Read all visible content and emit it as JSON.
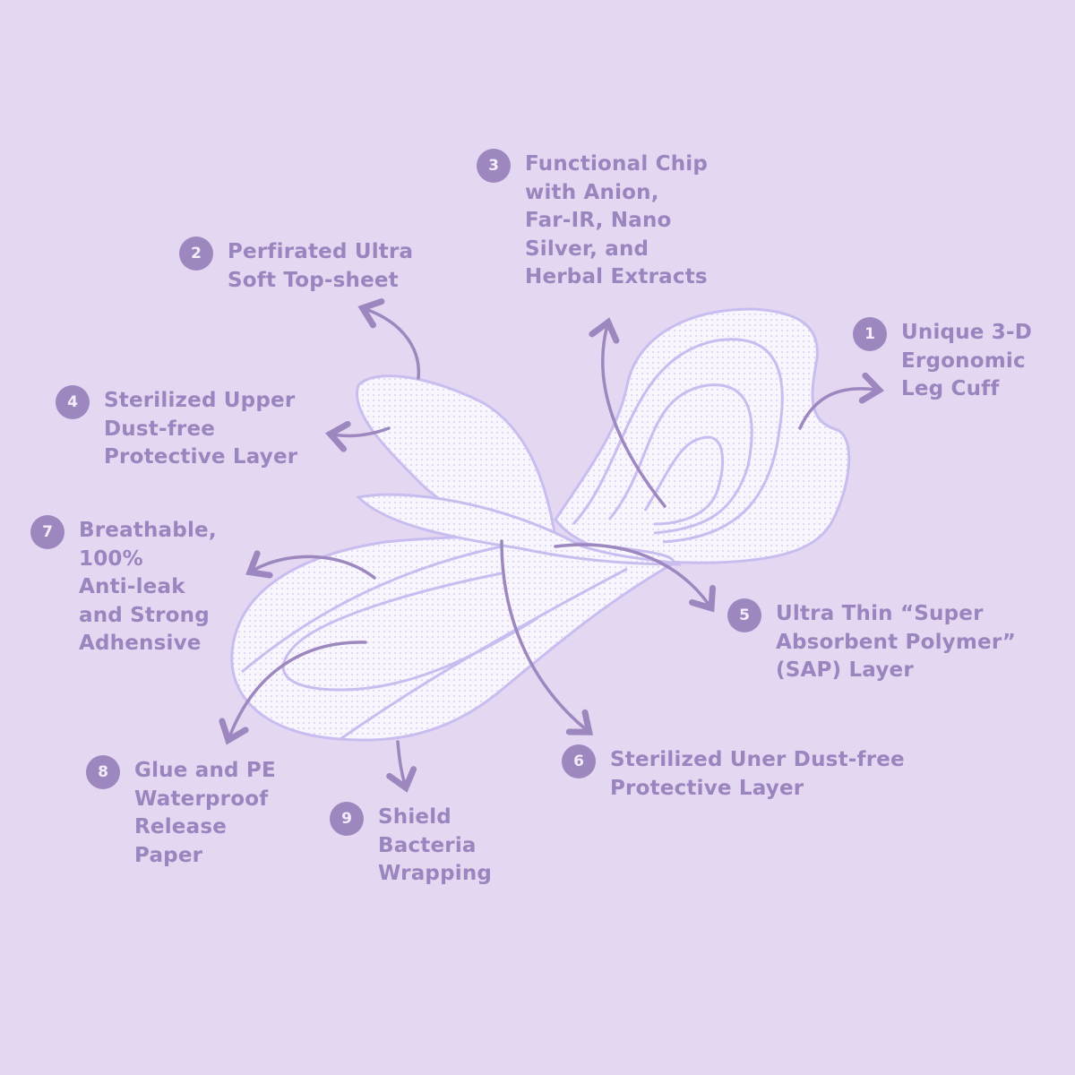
{
  "colors": {
    "background": "#e4d7f1",
    "accent": "#9c87bf",
    "text": "#9a85be",
    "pad": "#f7f4fd",
    "pad_outline": "#c9bdf0"
  },
  "callouts": [
    {
      "number": "1",
      "label": "Unique 3-D\nErgonomic\nLeg Cuff"
    },
    {
      "number": "2",
      "label": "Perfirated Ultra\nSoft Top-sheet"
    },
    {
      "number": "3",
      "label": "Functional Chip\nwith Anion,\nFar-IR, Nano\nSilver, and\nHerbal Extracts"
    },
    {
      "number": "4",
      "label": "Sterilized Upper\nDust-free\nProtective Layer"
    },
    {
      "number": "5",
      "label": "Ultra Thin “Super\nAbsorbent Polymer”\n(SAP) Layer"
    },
    {
      "number": "6",
      "label": "Sterilized Uner Dust-free\nProtective Layer"
    },
    {
      "number": "7",
      "label": "Breathable,\n100%\nAnti-leak\nand Strong\nAdhensive"
    },
    {
      "number": "8",
      "label": "Glue and PE\nWaterproof\nRelease\nPaper"
    },
    {
      "number": "9",
      "label": "Shield\nBacteria\nWrapping"
    }
  ]
}
